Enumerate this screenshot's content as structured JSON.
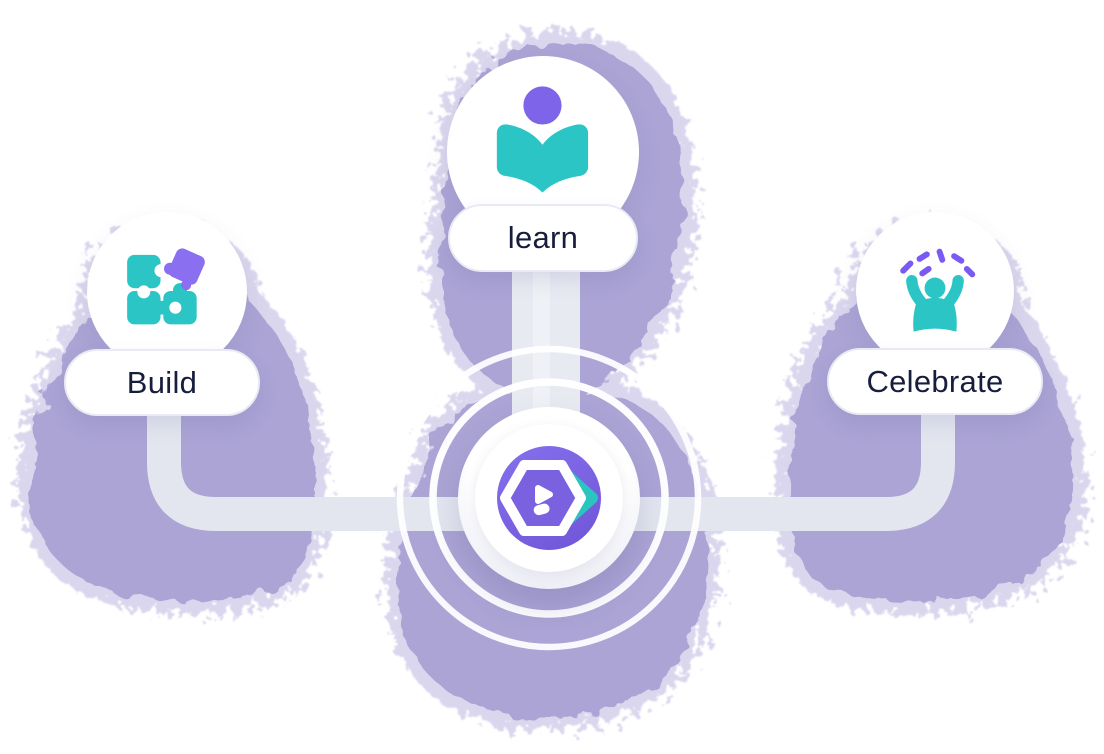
{
  "diagram": {
    "nodes": {
      "build": {
        "label": "Build",
        "icon": "puzzle-pieces-icon"
      },
      "learn": {
        "label": "learn",
        "icon": "open-book-reader-icon"
      },
      "celebrate": {
        "label": "Celebrate",
        "icon": "cheering-person-confetti-icon"
      }
    },
    "hub": {
      "icon": "hexagon-chevron-logo-icon"
    }
  },
  "colors": {
    "teal": "#2CC5C6",
    "icon_purple": "#7E64E8",
    "puzzle_purple": "#8A6FF0",
    "confetti_purple": "#7A5AF2",
    "hub_purple": "#7A61E0",
    "blob_lavender": "#A9A2D4",
    "blob_fringe": "#CDC9E8",
    "connector_gray": "#E3E6EF",
    "stem_gray": "#E8EAF2",
    "ring_white": "#FFFFFF",
    "label_navy": "#171E3D"
  }
}
